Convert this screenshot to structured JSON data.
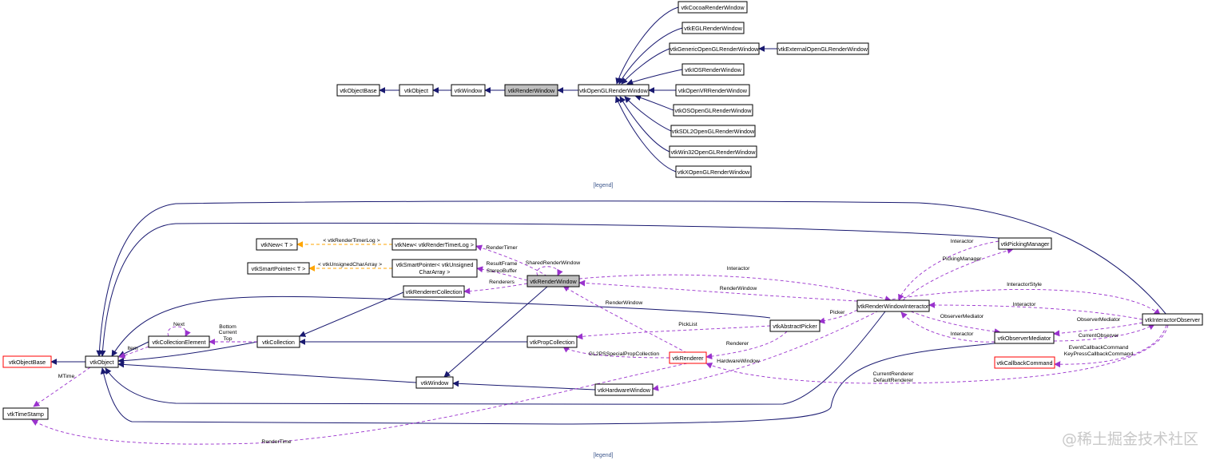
{
  "inheritance_graph": {
    "nodes": {
      "vtkObjectBase": "vtkObjectBase",
      "vtkObject": "vtkObject",
      "vtkWindow": "vtkWindow",
      "vtkRenderWindow": "vtkRenderWindow",
      "vtkOpenGLRenderWindow": "vtkOpenGLRenderWindow",
      "vtkCocoaRenderWindow": "vtkCocoaRenderWindow",
      "vtkEGLRenderWindow": "vtkEGLRenderWindow",
      "vtkGenericOpenGLRenderWindow": "vtkGenericOpenGLRenderWindow",
      "vtkExternalOpenGLRenderWindow": "vtkExternalOpenGLRenderWindow",
      "vtkIOSRenderWindow": "vtkIOSRenderWindow",
      "vtkOpenVRRenderWindow": "vtkOpenVRRenderWindow",
      "vtkOSOpenGLRenderWindow": "vtkOSOpenGLRenderWindow",
      "vtkSDL2OpenGLRenderWindow": "vtkSDL2OpenGLRenderWindow",
      "vtkWin32OpenGLRenderWindow": "vtkWin32OpenGLRenderWindow",
      "vtkXOpenGLRenderWindow": "vtkXOpenGLRenderWindow"
    },
    "legend": "[legend]"
  },
  "collaboration_graph": {
    "nodes": {
      "vtkRenderWindow": "vtkRenderWindow",
      "vtkNewT": "vtkNew< T >",
      "vtkNewRTL": "vtkNew< vtkRenderTimerLog >",
      "vtkSmartPointerT": "vtkSmartPointer< T >",
      "vtkSmartPointerUCA_1": "vtkSmartPointer< vtkUnsigned",
      "vtkSmartPointerUCA_2": "CharArray >",
      "vtkRendererCollection": "vtkRendererCollection",
      "vtkCollectionElement": "vtkCollectionElement",
      "vtkCollection": "vtkCollection",
      "vtkObjectBase": "vtkObjectBase",
      "vtkObject": "vtkObject",
      "vtkTimeStamp": "vtkTimeStamp",
      "vtkWindow": "vtkWindow",
      "vtkPropCollection": "vtkPropCollection",
      "vtkRenderer": "vtkRenderer",
      "vtkHardwareWindow": "vtkHardwareWindow",
      "vtkAbstractPicker": "vtkAbstractPicker",
      "vtkRenderWindowInteractor": "vtkRenderWindowInteractor",
      "vtkPickingManager": "vtkPickingManager",
      "vtkObserverMediator": "vtkObserverMediator",
      "vtkCallbackCommand": "vtkCallbackCommand",
      "vtkInteractorObserver": "vtkInteractorObserver"
    },
    "edge_labels": {
      "tpl_render_timer_log": "< vtkRenderTimerLog >",
      "tpl_unsigned_char_array": "< vtkUnsignedCharArray >",
      "render_timer": "RenderTimer",
      "shared_render_window": "SharedRenderWindow",
      "result_frame": "ResultFrame",
      "stereo_buffer": "StereoBuffer",
      "renderers": "Renderers",
      "next": "Next",
      "item": "Item",
      "bottom": "Bottom",
      "current": "Current",
      "top": "Top",
      "mtime": "MTime",
      "pick_list": "PickList",
      "renderer": "Renderer",
      "gl2ps": "GL2PSSpecialPropCollection",
      "render_window_1": "RenderWindow",
      "render_window_2": "RenderWindow",
      "hardware_window": "HardwareWindow",
      "interactor_1": "Interactor",
      "interactor_2": "Interactor",
      "interactor_3": "Interactor",
      "interactor_4": "Interactor",
      "picking_manager": "PickingManager",
      "picker": "Picker",
      "interactor_style": "InteractorStyle",
      "observer_mediator_1": "ObserverMediator",
      "observer_mediator_2": "ObserverMediator",
      "current_observer": "CurrentObserver",
      "event_callback": "EventCallbackCommand",
      "keypress_callback": "KeyPressCallbackCommand",
      "current_renderer": "CurrentRenderer",
      "default_renderer": "DefaultRenderer",
      "render_time": "RenderTime"
    },
    "legend": "[legend]"
  },
  "colors": {
    "inheritance_edge": "#191970",
    "usage_edge": "#9a32cd",
    "template_edge": "#ffa500",
    "highlight_node": "#bfbfbf",
    "external_node_border": "#ff0000"
  },
  "watermark": "@稀土掘金技术社区"
}
